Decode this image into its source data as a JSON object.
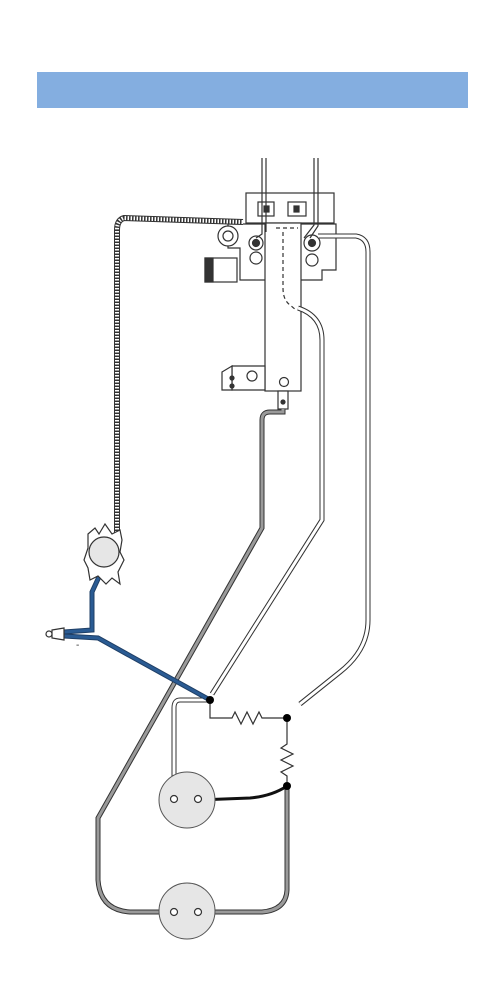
{
  "header": {
    "title": "",
    "color": "#84aee0"
  },
  "diagram": {
    "terminal_minus_label": "-",
    "colors": {
      "insulated_wire": "#2a5b93",
      "wire_outline": "#333333",
      "component_fill": "#e6e6e6",
      "solder_node": "#000000"
    },
    "components": {
      "switch": "switch-assembly",
      "connector": "wire-connector",
      "pot_upper": "control-disk-upper",
      "pot_lower": "control-disk-lower",
      "resistor_h": "resistor-horizontal",
      "resistor_v": "resistor-vertical"
    }
  }
}
